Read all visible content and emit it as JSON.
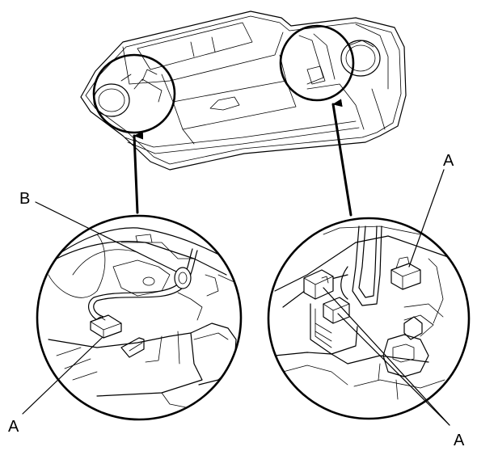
{
  "labels": {
    "b_top_left": "B",
    "a_bottom_left": "A",
    "a_top_right": "A",
    "a_bottom_right": "A"
  },
  "colors": {
    "line": "#000000",
    "background": "#ffffff"
  }
}
